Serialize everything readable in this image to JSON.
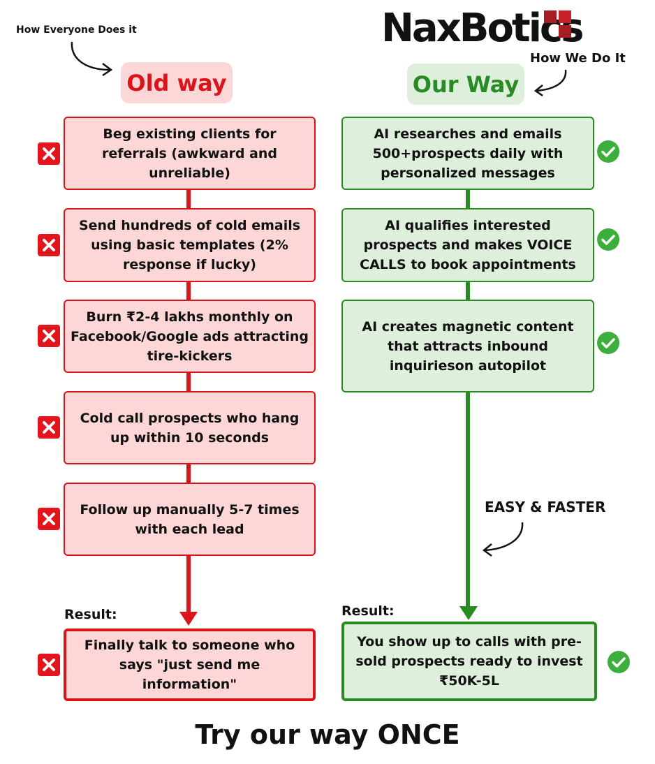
{
  "header": {
    "left_note": "How Everyone Does it",
    "brand": "NaxBotics",
    "right_note": "How We Do It"
  },
  "columns": {
    "old_title": "Old way",
    "new_title": "Our Way"
  },
  "old_steps": [
    "Beg existing clients for referrals (awkward and unreliable)",
    "Send hundreds of cold emails using basic templates (2% response if lucky)",
    "Burn ₹2-4 lakhs monthly on Facebook/Google ads attracting tire-kickers",
    "Cold call prospects who hang up within 10 seconds",
    "Follow up manually 5-7 times with each lead"
  ],
  "new_steps": [
    "AI researches and emails 500+prospects daily with personalized messages",
    "AI qualifies interested prospects and makes VOICE CALLS to book appointments",
    "AI creates magnetic content that attracts inbound inquirieson autopilot"
  ],
  "easy_label": "EASY & FASTER",
  "result_label_old": "Result:",
  "result_label_new": "Result:",
  "old_result": "Finally talk to someone who says \"just send me information\"",
  "new_result": "You show up to calls with pre-sold prospects ready to invest ₹50K-5L",
  "footer": "Try our way ONCE",
  "colors": {
    "red": "#d9141a",
    "red_fill": "#fdd7d8",
    "green": "#2a8b24",
    "green_fill": "#def0dc",
    "brand_red": "#a61d24"
  }
}
